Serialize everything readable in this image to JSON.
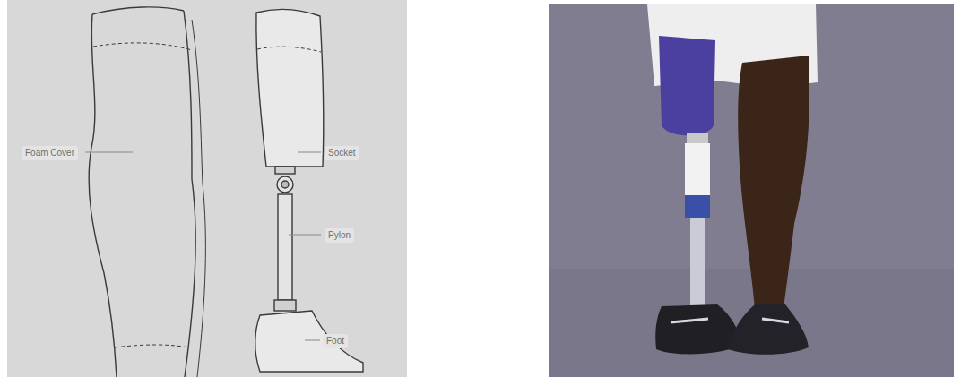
{
  "diagram": {
    "labels": [
      "Foam Cover",
      "Socket",
      "Pylon",
      "Foot"
    ]
  }
}
